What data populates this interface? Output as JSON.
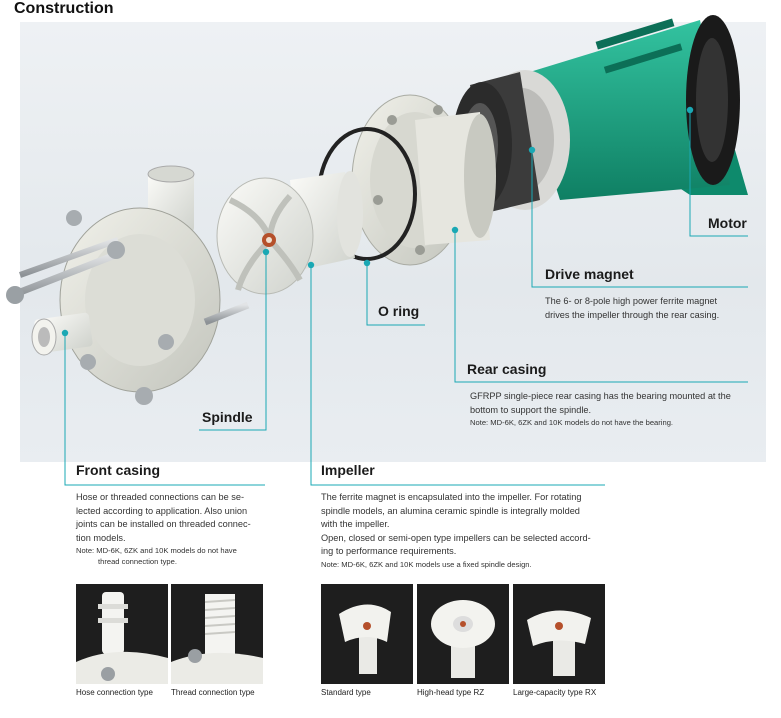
{
  "title": "Construction",
  "labels": {
    "motor": "Motor",
    "drive_magnet": "Drive magnet",
    "o_ring": "O ring",
    "rear_casing": "Rear casing",
    "spindle": "Spindle",
    "front_casing": "Front casing",
    "impeller": "Impeller"
  },
  "descriptions": {
    "drive_magnet": [
      "The 6- or 8-pole high power ferrite magnet",
      "drives the impeller through the rear casing."
    ],
    "rear_casing": [
      "GFRPP single-piece rear casing has the bearing mounted at the",
      "bottom to support the spindle."
    ],
    "rear_casing_note": "Note: MD-6K, 6ZK and 10K models do not have the bearing.",
    "front_casing": [
      "Hose or threaded connections can be se-",
      "lected according to application. Also union",
      "joints can be installed on threaded connec-",
      "tion models."
    ],
    "front_casing_note": [
      "Note: MD-6K, 6ZK and 10K models do not have",
      "thread connection type."
    ],
    "impeller": [
      "The ferrite magnet is encapsulated into the impeller. For rotating",
      "spindle models, an alumina ceramic spindle is integrally molded",
      "with the impeller.",
      "Open, closed or semi-open type impellers can be selected accord-",
      "ing to performance requirements."
    ],
    "impeller_note": "Note: MD-6K, 6ZK and 10K models use a fixed spindle design."
  },
  "captions": {
    "hose": "Hose connection type",
    "thread": "Thread connection type",
    "standard": "Standard type",
    "high_head": "High-head type RZ",
    "large_capacity": "Large-capacity type RX"
  },
  "colors": {
    "leader": "#1aa8b4",
    "motor_green": "#1aa382",
    "panel": "#e6eaee"
  }
}
